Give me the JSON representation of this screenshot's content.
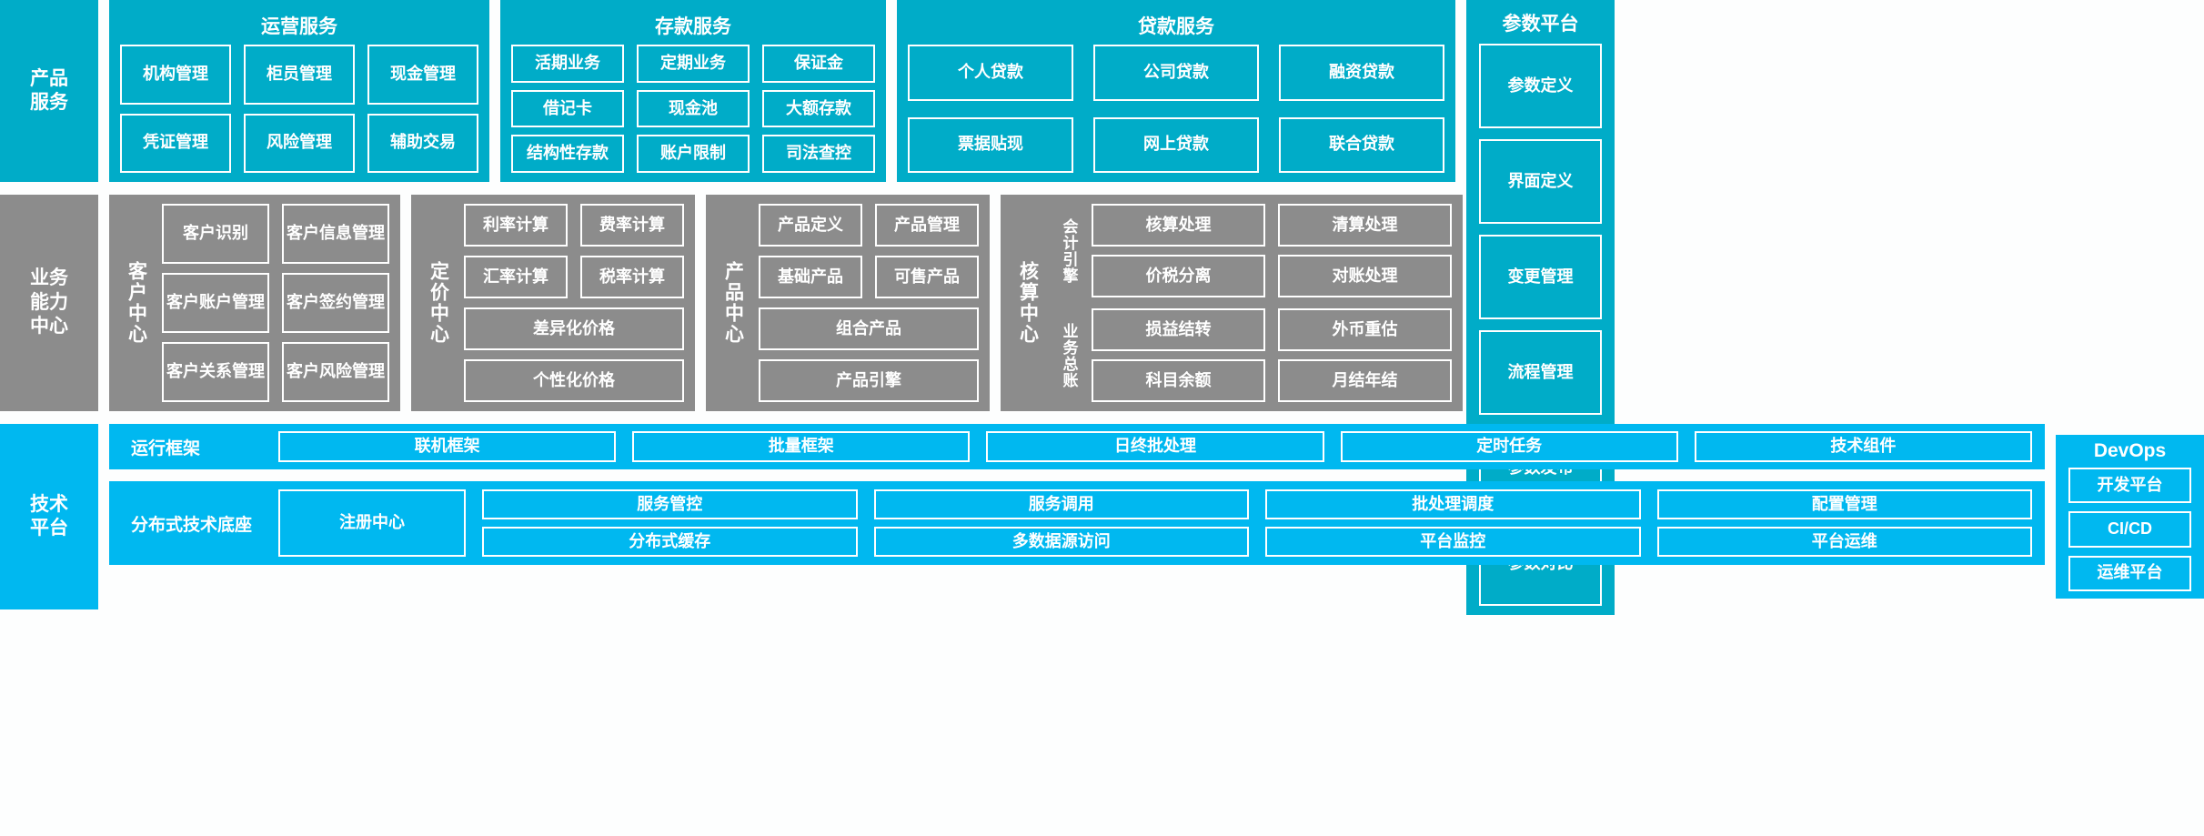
{
  "layers": {
    "product_services": {
      "label": "产品\n服务",
      "label_lines": [
        "产品",
        "服务"
      ],
      "accent": "#00acc8",
      "panels": [
        {
          "id": "operation",
          "title": "运营服务",
          "cells": [
            "机构管理",
            "柜员管理",
            "现金管理",
            "凭证管理",
            "风险管理",
            "辅助交易"
          ]
        },
        {
          "id": "deposit",
          "title": "存款服务",
          "cells": [
            "活期业务",
            "定期业务",
            "保证金",
            "借记卡",
            "现金池",
            "大额存款",
            "结构性存款",
            "账户限制",
            "司法查控"
          ]
        },
        {
          "id": "loan",
          "title": "贷款服务",
          "cells": [
            "个人贷款",
            "公司贷款",
            "融资贷款",
            "票据贴现",
            "网上贷款",
            "联合贷款"
          ]
        }
      ]
    },
    "business_capability": {
      "label_lines": [
        "业务",
        "能力",
        "中心"
      ],
      "accent": "#8c8c8c",
      "panels": [
        {
          "id": "customer",
          "vlabel": "客户中心",
          "cells": [
            "客户识别",
            "客户信息管理",
            "客户账户管理",
            "客户签约管理",
            "客户关系管理",
            "客户风险管理"
          ]
        },
        {
          "id": "pricing",
          "vlabel": "定价中心",
          "cells": [
            "利率计算",
            "费率计算",
            "汇率计算",
            "税率计算"
          ],
          "wide_cells": [
            "差异化价格",
            "个性化价格"
          ]
        },
        {
          "id": "product",
          "vlabel": "产品中心",
          "cells": [
            "产品定义",
            "产品管理",
            "基础产品",
            "可售产品"
          ],
          "wide_cells": [
            "组合产品",
            "产品引擎"
          ]
        },
        {
          "id": "accounting",
          "vlabel": "核算中心",
          "subgroups": [
            {
              "vlabel": "会计引擎",
              "cells": [
                "核算处理",
                "清算处理",
                "价税分离",
                "对账处理"
              ]
            },
            {
              "vlabel": "业务总账",
              "cells": [
                "损益结转",
                "外币重估",
                "科目余额",
                "月结年结"
              ]
            }
          ]
        }
      ]
    },
    "technical_platform": {
      "label_lines": [
        "技术",
        "平台"
      ],
      "accent": "#00b8f0",
      "rows": [
        {
          "id": "runtime",
          "label": "运行框架",
          "cells": [
            "联机框架",
            "批量框架",
            "日终批处理",
            "定时任务",
            "技术组件"
          ]
        },
        {
          "id": "base",
          "label": "分布式技术底座",
          "registry": "注册中心",
          "cells": [
            "服务管控",
            "服务调用",
            "批处理调度",
            "配置管理",
            "分布式缓存",
            "多数据源访问",
            "平台监控",
            "平台运维"
          ]
        }
      ]
    }
  },
  "rails": {
    "parameter_platform": {
      "title": "参数平台",
      "accent": "#00acc8",
      "items": [
        "参数定义",
        "界面定义",
        "变更管理",
        "流程管理",
        "参数发布",
        "参数对比"
      ]
    },
    "devops": {
      "title": "DevOps",
      "accent": "#00b8f0",
      "items": [
        "开发平台",
        "CI/CD",
        "运维平台"
      ]
    }
  }
}
